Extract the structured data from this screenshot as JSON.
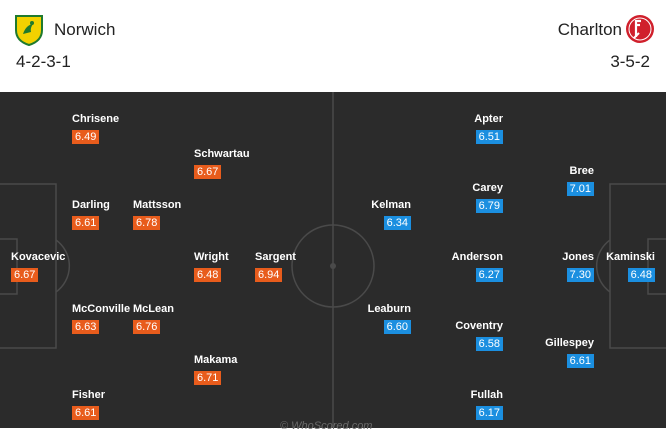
{
  "home": {
    "name": "Norwich",
    "formation": "4-2-3-1",
    "crest_icon": "norwich-crest-icon",
    "color": "#e85c1c",
    "players": [
      {
        "name": "Kovacevic",
        "rating": "6.67"
      },
      {
        "name": "Chrisene",
        "rating": "6.49"
      },
      {
        "name": "Darling",
        "rating": "6.61"
      },
      {
        "name": "McConville",
        "rating": "6.63"
      },
      {
        "name": "Fisher",
        "rating": "6.61"
      },
      {
        "name": "Mattsson",
        "rating": "6.78"
      },
      {
        "name": "McLean",
        "rating": "6.76"
      },
      {
        "name": "Schwartau",
        "rating": "6.67"
      },
      {
        "name": "Wright",
        "rating": "6.48"
      },
      {
        "name": "Makama",
        "rating": "6.71"
      },
      {
        "name": "Sargent",
        "rating": "6.94"
      }
    ]
  },
  "away": {
    "name": "Charlton",
    "formation": "3-5-2",
    "crest_icon": "charlton-crest-icon",
    "color": "#1b8fe0",
    "players": [
      {
        "name": "Kaminski",
        "rating": "6.48"
      },
      {
        "name": "Bree",
        "rating": "7.01"
      },
      {
        "name": "Jones",
        "rating": "7.30"
      },
      {
        "name": "Gillespey",
        "rating": "6.61"
      },
      {
        "name": "Apter",
        "rating": "6.51"
      },
      {
        "name": "Carey",
        "rating": "6.79"
      },
      {
        "name": "Anderson",
        "rating": "6.27"
      },
      {
        "name": "Coventry",
        "rating": "6.58"
      },
      {
        "name": "Fullah",
        "rating": "6.17"
      },
      {
        "name": "Kelman",
        "rating": "6.34"
      },
      {
        "name": "Leaburn",
        "rating": "6.60"
      }
    ]
  },
  "watermark": "© WhoScored.com"
}
